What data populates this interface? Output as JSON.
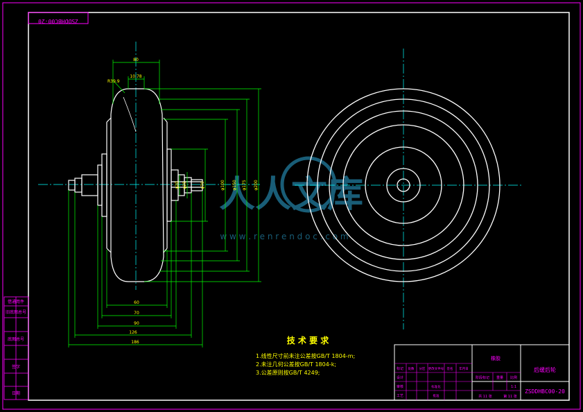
{
  "drawing_code": "ZSDDHBC00-20",
  "drawing_code_mirrored": "ZSDDHBC00-20",
  "part_name": "后缓后轮",
  "material": "橡胶",
  "watermark": {
    "brand": "人人文库",
    "url": "w w w . r e n r e n d o c . c o m"
  },
  "technical_requirements": {
    "title": "技 术 要 求",
    "items": [
      "1.线性尺寸前未注公差按GB/T 1804-m;",
      "2.未注几何公差按GB/T 1804-k;",
      "3.公差原则按GB/T 4249;"
    ]
  },
  "title_block": {
    "stage_label": "阶段标记",
    "weight_label": "重量",
    "scale_label": "比例",
    "scale_value": "1:1",
    "sheet_text": "共 11 张",
    "sheet_of_text": "第 11 张",
    "row_labels": [
      "标记",
      "设计",
      "审核",
      "工艺"
    ],
    "col_labels": [
      "处数",
      "分区",
      "更改文件号",
      "签名",
      "年月日"
    ],
    "sign_labels": [
      "标准化",
      "批准"
    ]
  },
  "side_table_labels": [
    "借通用件",
    "旧底图总号",
    "底图总号",
    "签字",
    "日期"
  ],
  "dimensions": {
    "top_width": "80",
    "inner_width": "10.78",
    "fillet_radius": "R39.9",
    "bottom_dims": [
      "60",
      "70",
      "90",
      "126",
      "186"
    ],
    "vertical_dims": [
      "φ20",
      "φ25",
      "φ70",
      "φ100",
      "φ150",
      "φ175",
      "φ200"
    ]
  },
  "colors": {
    "background": "#000000",
    "border": "#ff00ff",
    "outline": "#ffffff",
    "dimension": "#00ff00",
    "centerline": "#00ffff",
    "text_yellow": "#ffff00",
    "watermark": "#1e6e8c"
  }
}
